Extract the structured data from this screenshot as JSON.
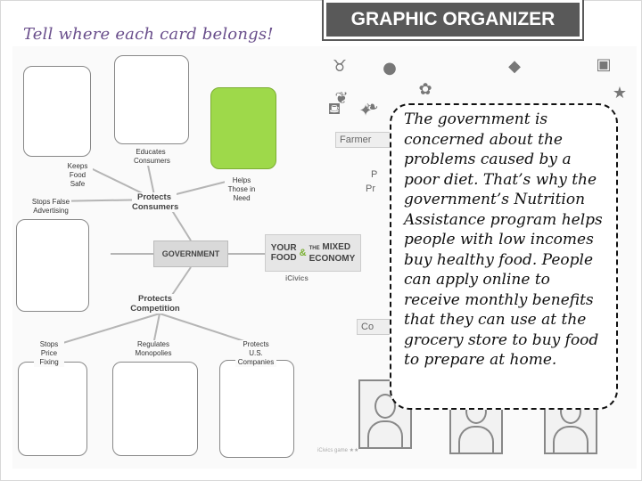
{
  "instruction": "Tell where each card belongs!",
  "title": "GRAPHIC ORGANIZER",
  "organizer": {
    "center_label": "GOVERNMENT",
    "logo": {
      "line1": "YOUR",
      "line2": "FOOD",
      "amp": "&",
      "the": "THE",
      "line3": "MIXED",
      "line4": "ECONOMY"
    },
    "brand": "iCivics",
    "branches": {
      "protects_consumers": "Protects Consumers",
      "protects_competition": "Protects Competition",
      "educates_consumers": "Educates Consumers",
      "keeps_food_safe": "Keeps Food Safe",
      "stops_false_advertising": "Stops False Advertising",
      "helps_those_in_need": "Helps Those in Need",
      "stops_price_fixing": "Stops Price Fixing",
      "regulates_monopolies": "Regulates Monopolies",
      "protects_us_companies": "Protects U.S. Companies"
    },
    "partial_labels": {
      "farmer": "Farmer",
      "pr_top": "P",
      "pr_bottom": "Pr",
      "co": "Co"
    },
    "footer": "iCivics game ★★"
  },
  "card_text": "The government is concerned about the problems caused by a poor diet. That’s why the government’s Nutrition Assistance program helps people with low incomes buy healthy food. People can apply online to receive monthly benefits that they can use at the grocery store to buy food to prepare at home.",
  "colors": {
    "accent_green": "#9ed94a",
    "title_bg": "#595959",
    "instruction": "#6a4f8c"
  }
}
